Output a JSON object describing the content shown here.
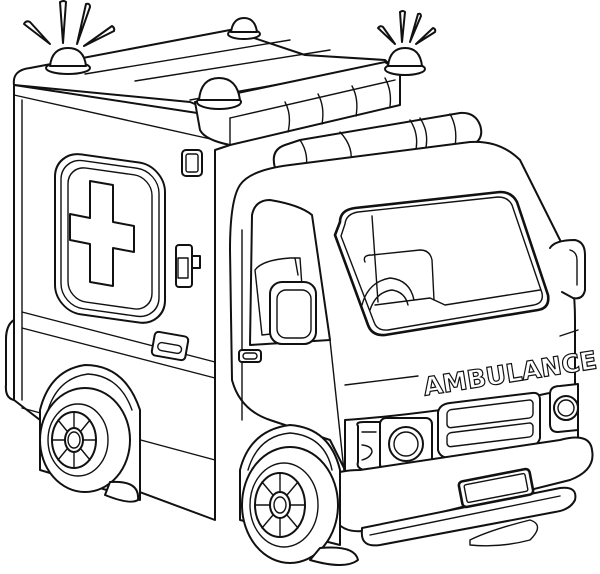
{
  "image": {
    "subject": "Ambulance line-art coloring page",
    "background_color": "#ffffff",
    "line_color": "#111111"
  },
  "vehicle": {
    "type": "ambulance",
    "side_label": "AMBULANCE",
    "emblem": "medical-cross",
    "roof_lights": 4,
    "flashing_lights": 2,
    "wheels_visible": 2
  }
}
